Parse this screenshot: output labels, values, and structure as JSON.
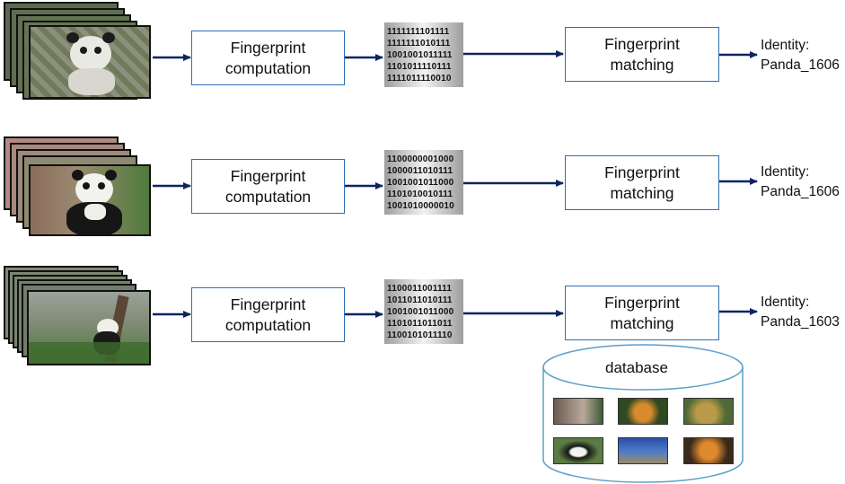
{
  "rows": [
    {
      "box1": {
        "line1": "Fingerprint",
        "line2": "computation"
      },
      "bits": [
        "1111111101111",
        "1111111010111",
        "1001001011111",
        "1101011110111",
        "1111011110010"
      ],
      "box2": {
        "line1": "Fingerprint",
        "line2": "matching"
      },
      "result": {
        "line1": "Identity:",
        "line2": "Panda_1606"
      }
    },
    {
      "box1": {
        "line1": "Fingerprint",
        "line2": "computation"
      },
      "bits": [
        "1100000001000",
        "1000011010111",
        "1001001011000",
        "1101010010111",
        "1001010000010"
      ],
      "box2": {
        "line1": "Fingerprint",
        "line2": "matching"
      },
      "result": {
        "line1": "Identity:",
        "line2": "Panda_1606"
      }
    },
    {
      "box1": {
        "line1": "Fingerprint",
        "line2": "computation"
      },
      "bits": [
        "1100011001111",
        "1011011010111",
        "1001001011000",
        "1101011011011",
        "1100101011110"
      ],
      "box2": {
        "line1": "Fingerprint",
        "line2": "matching"
      },
      "result": {
        "line1": "Identity:",
        "line2": "Panda_1603"
      }
    }
  ],
  "database": {
    "label": "database",
    "thumbnails": [
      "panda-eating-photo",
      "tiger-photo",
      "leopard-photo",
      "panda-sitting-photo",
      "wolf-photo",
      "tiger-closeup-photo"
    ]
  },
  "colors": {
    "arrow": "#0d2461",
    "box_border": "#2f6db5",
    "db_border": "#5aa0c8"
  }
}
